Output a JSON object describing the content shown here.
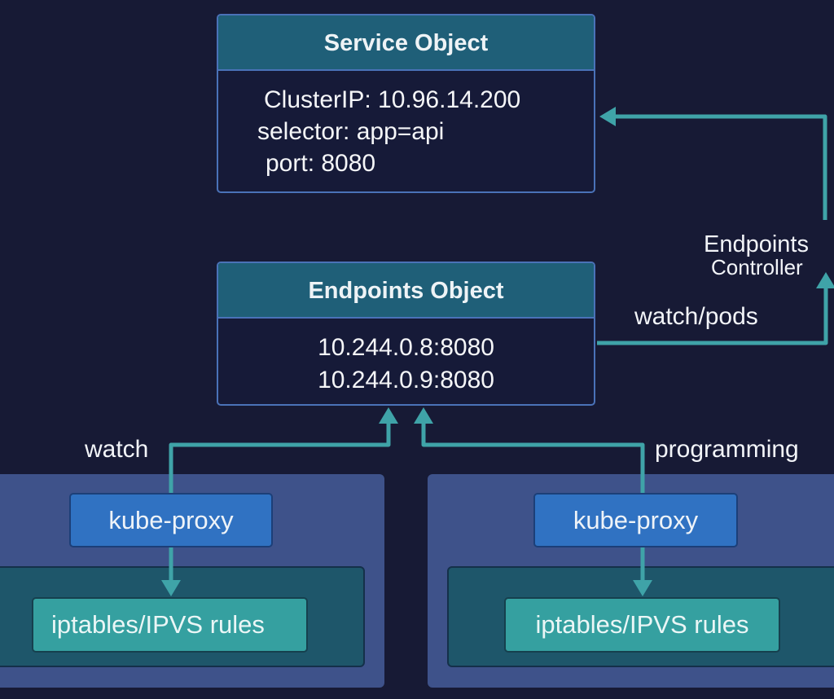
{
  "colors": {
    "background": "#171a35",
    "arrow": "#3fa3a8",
    "header": "#1f5f78",
    "border": "#4a72b8",
    "node": "#3e528a",
    "kube_proxy": "#3072c2",
    "rules": "#35a0a0"
  },
  "service_object": {
    "title": "Service Object",
    "lines": [
      "ClusterIP: 10.96.14.200",
      "selector: app=api",
      "port: 8080"
    ]
  },
  "endpoints_object": {
    "title": "Endpoints Object",
    "lines": [
      "10.244.0.8:8080",
      "10.244.0.9:8080"
    ]
  },
  "endpoints_controller": {
    "line1": "Endpoints",
    "line2": "Controller"
  },
  "edge_labels": {
    "watch_pods": "watch/pods",
    "watch": "watch",
    "programming": "programming"
  },
  "nodes": [
    {
      "kube_proxy": "kube-proxy",
      "rules": "iptables/IPVS rules"
    },
    {
      "kube_proxy": "kube-proxy",
      "rules": "iptables/IPVS rules"
    }
  ]
}
